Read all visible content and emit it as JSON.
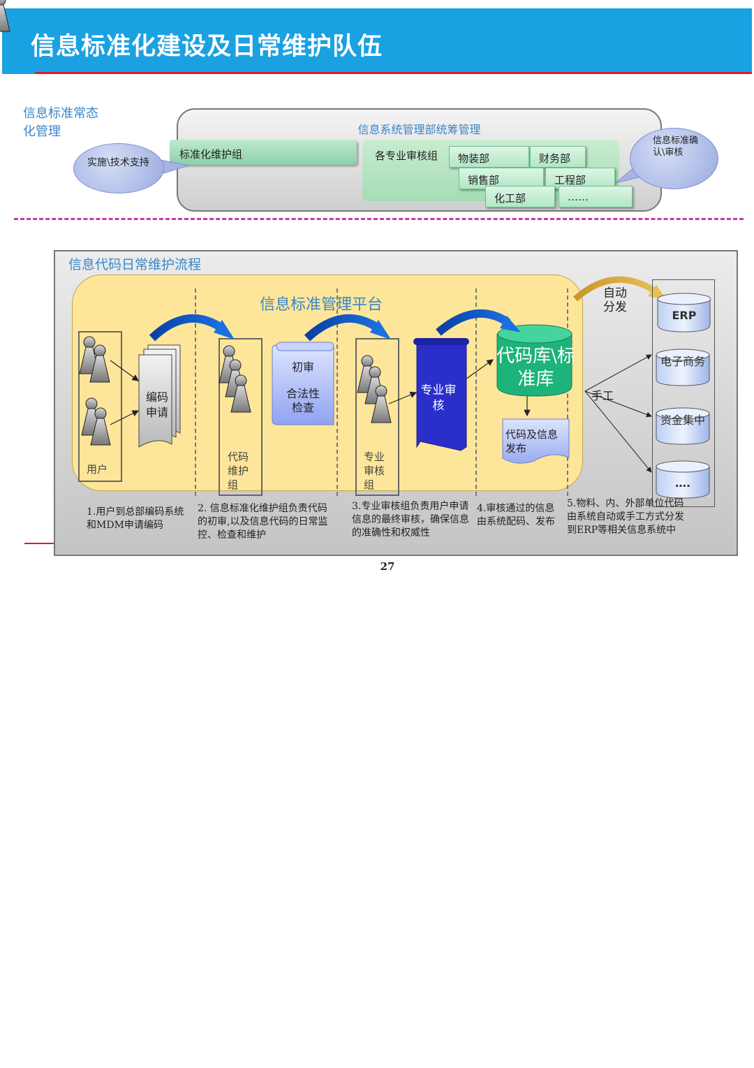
{
  "header": {
    "title": "信息标准化建设及日常维护队伍"
  },
  "top": {
    "normal_label": "信息标准常态化管理",
    "mgmt_title": "信息系统管理部统筹管理",
    "std_group": "标准化维护组",
    "review_group": "各专业审核组",
    "departments": [
      "物装部",
      "财务部",
      "销售部",
      "工程部",
      "化工部",
      "……"
    ],
    "support_bubble": "实施\\技术支持",
    "confirm_bubble": "信息标准确认\\审核"
  },
  "flow": {
    "title": "信息代码日常维护流程",
    "platform_title": "信息标准管理平台",
    "user_label": "用户",
    "request_doc": "编码申请",
    "maint_group_label": "代码维护组",
    "scroll_first": "初审",
    "scroll_second": "合法性检查",
    "expert_group_label": "专业审核组",
    "expert_review": "专业审核",
    "db_label": "代码库\\标准库",
    "publish_label": "代码及信息发布",
    "auto_dist": "自动分发",
    "manual": "手工",
    "systems": [
      "ERP",
      "电子商务",
      "资金集中",
      "…."
    ],
    "steps": [
      "1.用户到总部编码系统和MDM申请编码",
      "2. 信息标准化维护组负责代码的初审,以及信息代码的日常监控、检查和维护",
      "3.专业审核组负责用户申请信息的最终审核，确保信息的准确性和权威性",
      "4.审核通过的信息由系统配码、发布",
      "5.物料、内、外部单位代码由系统自动或手工方式分发到ERP等相关信息系统中"
    ]
  },
  "page_number": "27",
  "colors": {
    "header_bg": "#1aa1e1",
    "accent_red": "#d32027",
    "platform_yellow": "#fde69a",
    "db_green": "#1db37a",
    "banner_blue": "#2b2fc9"
  }
}
